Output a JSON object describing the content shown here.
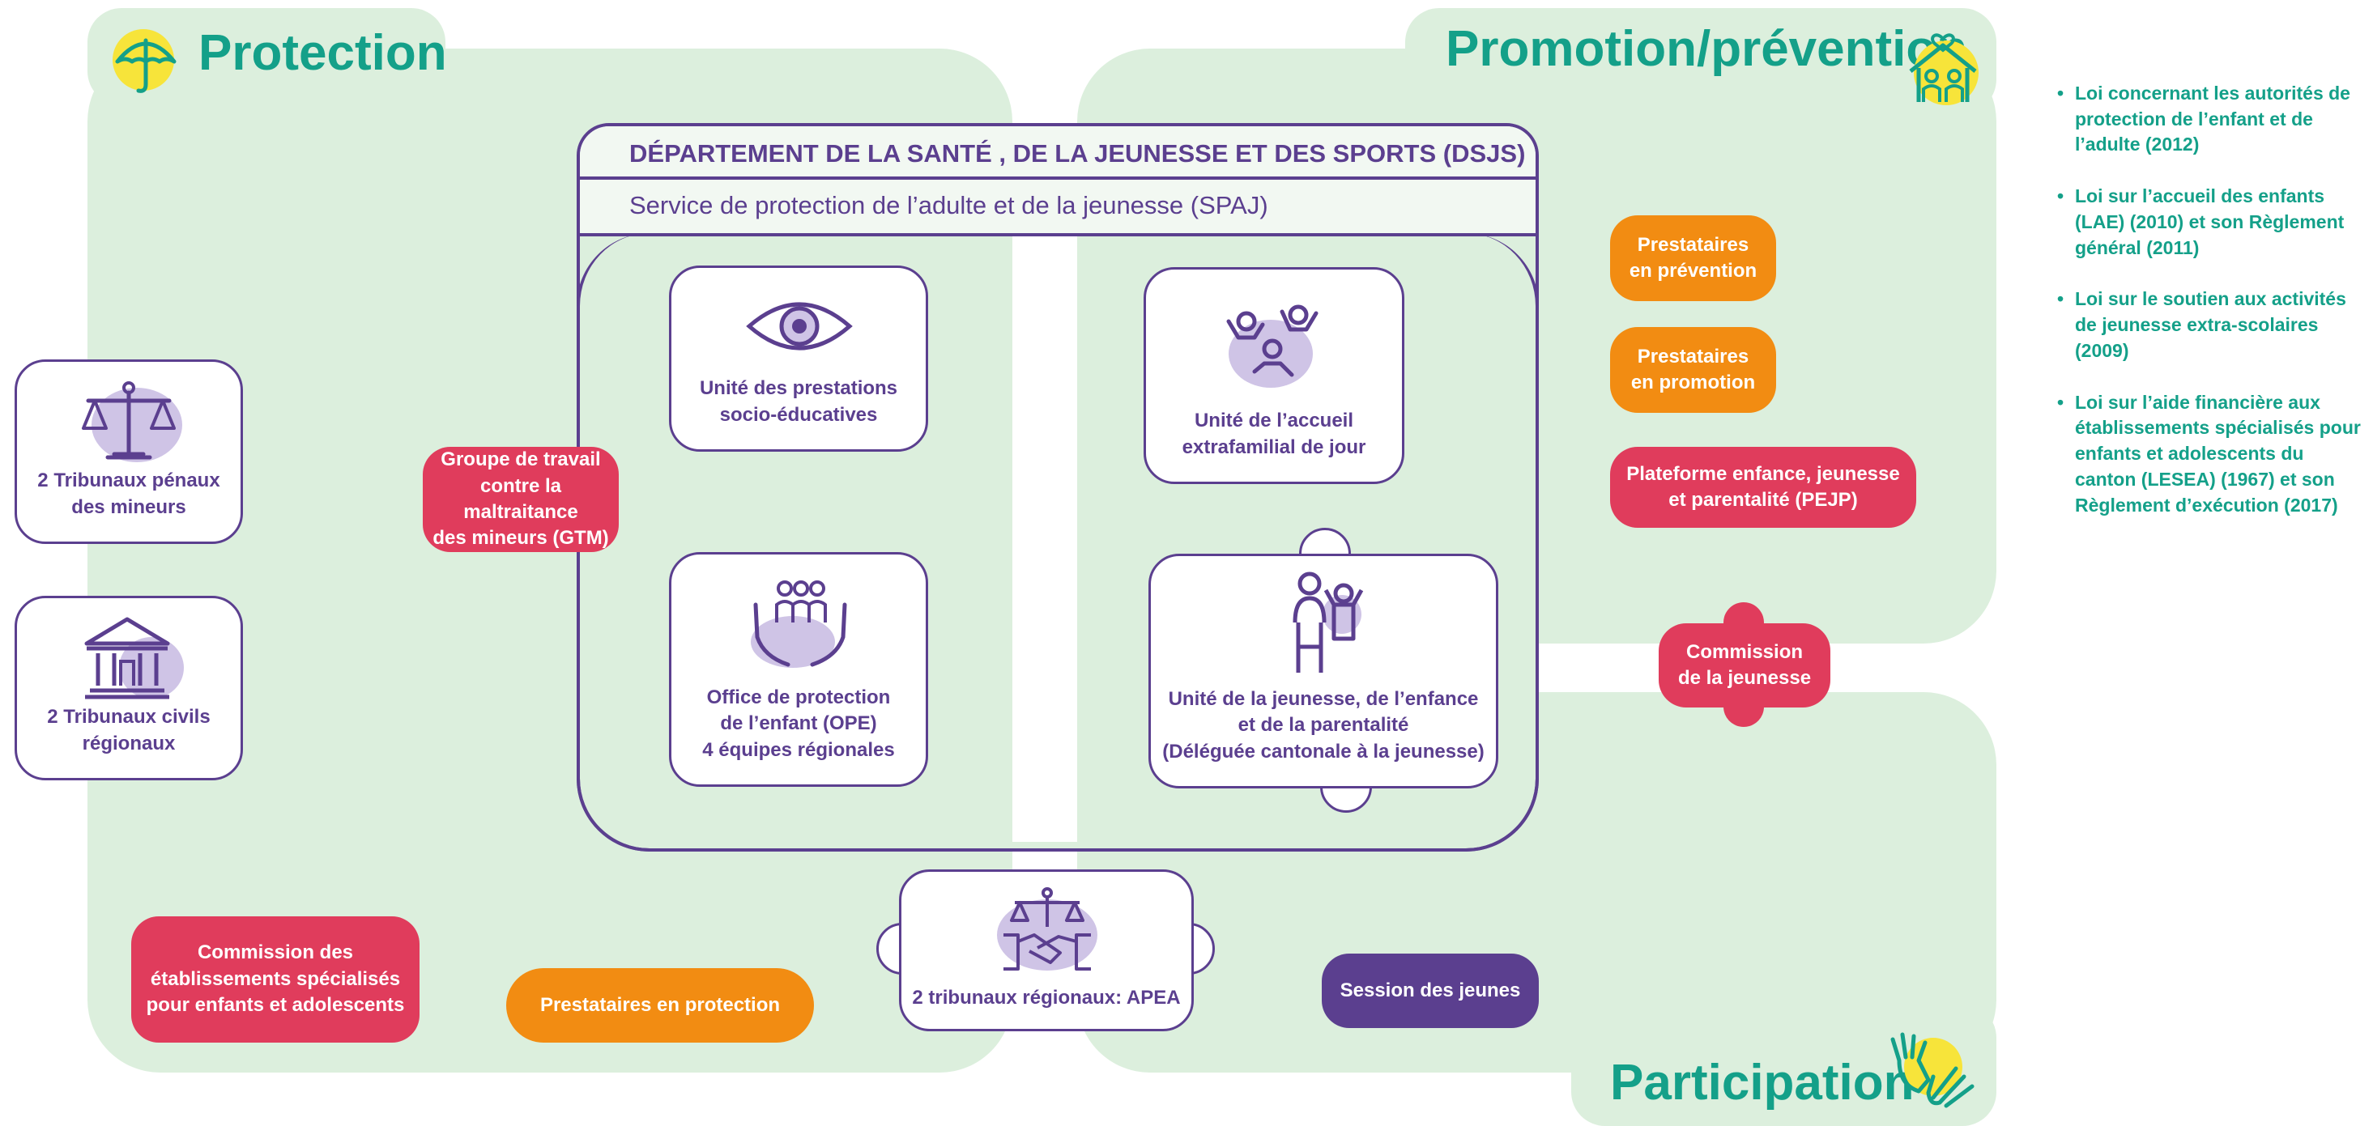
{
  "colors": {
    "panel": "#dcefdd",
    "teal": "#14a089",
    "purple": "#5b3f8f",
    "red": "#e03c5c",
    "orange": "#f28c12",
    "yellow": "#f7e43a"
  },
  "quadrants": {
    "protection": {
      "title": "Protection",
      "icon": "umbrella-icon"
    },
    "promotion": {
      "title": "Promotion/prévention",
      "icon": "house-heart-icon"
    },
    "participation": {
      "title": "Participation",
      "icon": "hands-icon"
    }
  },
  "department": {
    "title": "DÉPARTEMENT DE LA SANTÉ , DE LA JEUNESSE ET DES SPORTS (DSJS)",
    "service": "Service de protection de l’adulte et de la jeunesse (SPAJ)"
  },
  "units": {
    "prestations": {
      "label": "Unité des prestations\nsocio-éducatives",
      "icon": "eye-icon"
    },
    "accueil": {
      "label": "Unité de l’accueil\nextrafamilial de jour",
      "icon": "children-group-icon"
    },
    "ope": {
      "label": "Office de protection\nde l’enfant (OPE)\n4 équipes régionales",
      "icon": "hands-people-icon"
    },
    "jeunesse": {
      "label": "Unité de la jeunesse, de l’enfance\net de la parentalité\n(Déléguée cantonale à la jeunesse)",
      "icon": "adult-child-icon"
    }
  },
  "courts": {
    "penaux": {
      "label": "2 Tribunaux pénaux\ndes mineurs",
      "icon": "scales-icon"
    },
    "civils": {
      "label": "2 Tribunaux civils\nrégionaux",
      "icon": "courthouse-icon"
    },
    "apea": {
      "label": "2 tribunaux régionaux: APEA",
      "icon": "handshake-scales-icon"
    }
  },
  "pills": {
    "gtm": "Groupe de travail\ncontre la maltraitance\ndes mineurs (GTM)",
    "commission_etab": "Commission des\nétablissements spécialisés\npour enfants et adolescents",
    "prest_protection": "Prestataires en protection",
    "prest_prevention": "Prestataires\nen prévention",
    "prest_promotion": "Prestataires\nen promotion",
    "pejp": "Plateforme enfance, jeunesse\net parentalité (PEJP)",
    "commission_jeunesse": "Commission\nde la jeunesse",
    "session_jeunes": "Session des jeunes"
  },
  "laws": [
    "Loi concernant les autorités de protection de l’enfant et de l’adulte (2012)",
    "Loi sur l’accueil des enfants (LAE) (2010) et son Règlement général (2011)",
    "Loi sur le soutien aux activités de jeunesse extra-scolaires (2009)",
    "Loi sur l’aide financière aux établissements spécialisés pour enfants et adolescents du canton (LESEA) (1967) et son Règlement d’exécution (2017)"
  ]
}
